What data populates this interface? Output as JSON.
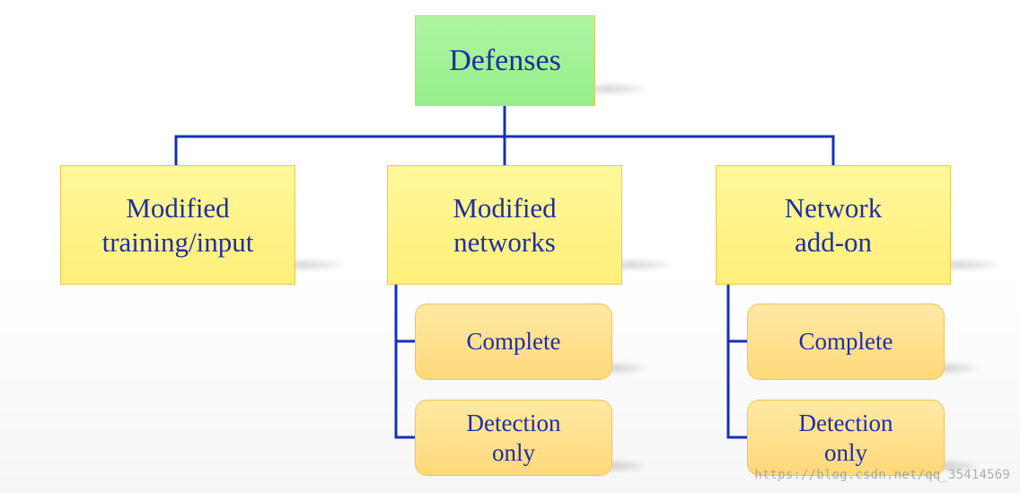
{
  "diagram": {
    "root": {
      "label": "Defenses",
      "fill": "#9ef193"
    },
    "branches": [
      {
        "line1": "Modified",
        "line2": "training/input",
        "children": []
      },
      {
        "line1": "Modified",
        "line2": "networks",
        "children": [
          {
            "line1": "Complete",
            "line2": ""
          },
          {
            "line1": "Detection",
            "line2": "only"
          }
        ]
      },
      {
        "line1": "Network",
        "line2": "add-on",
        "children": [
          {
            "line1": "Complete",
            "line2": ""
          },
          {
            "line1": "Detection",
            "line2": "only"
          }
        ]
      }
    ],
    "colors": {
      "connector": "#1530b8",
      "text": "#1f2fa0",
      "branch_fill": "#fff389",
      "leaf_fill": "#ffdf8a",
      "border": "#f2c64a"
    }
  },
  "watermark": "https://blog.csdn.net/qq_35414569"
}
